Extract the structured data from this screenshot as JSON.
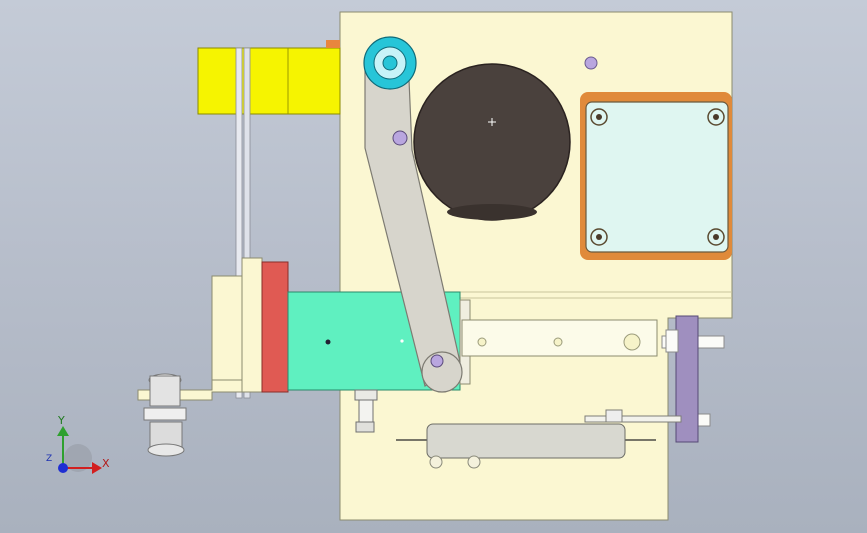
{
  "viewport": {
    "background_top": "#c4cbd7",
    "background_bottom": "#a9b1be"
  },
  "model": {
    "colors": {
      "main_plate": "#fbf7d2",
      "plate_edge": "#8b8b6f",
      "yellow_block": "#f6f400",
      "green_slider": "#5ff0c0",
      "red_block": "#e05a53",
      "arm": "#d7d5cc",
      "drum": "#4a413d",
      "motor_face": "#dff6f1",
      "motor_frame": "#e08a3a",
      "purple_block": "#9f8fbf",
      "cylinder": "#d8d8d0",
      "pivot": "#b9a6df",
      "hub": "#27c5d8"
    }
  },
  "triad": {
    "y_label": "Y",
    "x_label": "X",
    "z_label": "Z",
    "y_color": "#2ea02e",
    "x_color": "#d21f1f",
    "z_color": "#1f2fd2"
  }
}
